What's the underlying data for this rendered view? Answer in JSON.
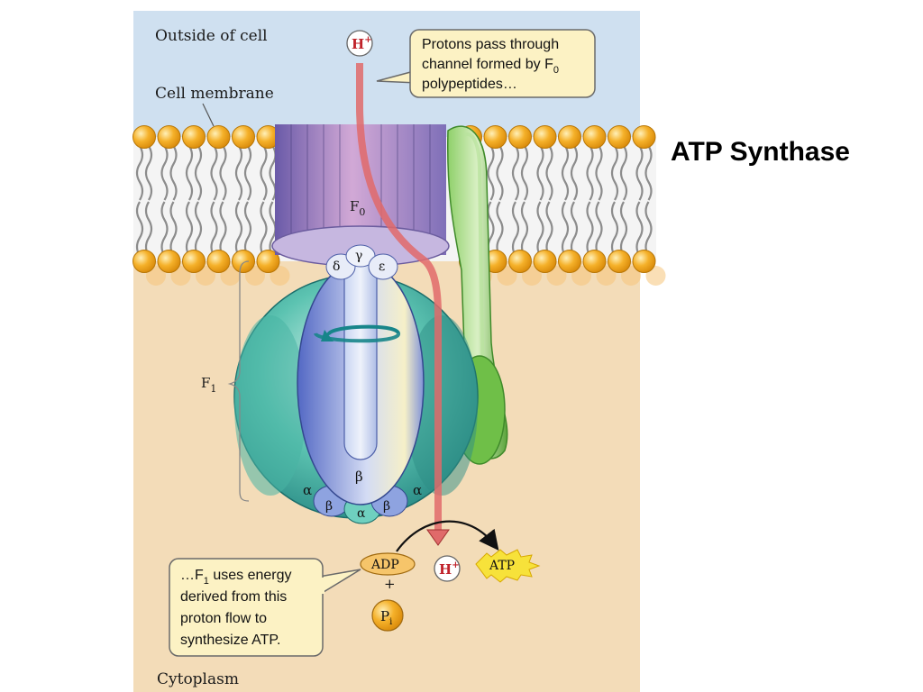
{
  "slide": {
    "title": "ATP Synthase"
  },
  "diagram": {
    "region_top_label": "Outside of cell",
    "membrane_label": "Cell membrane",
    "region_bottom_label": "Cytoplasm",
    "f0_label": "F",
    "f0_sub": "0",
    "f1_label": "F",
    "f1_sub": "1",
    "proton_symbol": "H",
    "proton_sup": "+",
    "subunit_delta": "δ",
    "subunit_gamma": "γ",
    "subunit_epsilon": "ε",
    "subunit_alpha": "α",
    "subunit_beta": "β",
    "adp": "ADP",
    "plus": "+",
    "pi_main": "P",
    "pi_sub": "i",
    "atp": "ATP",
    "callout_top": {
      "line1": "Protons pass through",
      "line2": "channel formed by F",
      "line2_sub": "0",
      "line3": "polypeptides…"
    },
    "callout_bottom": {
      "line1_a": "…F",
      "line1_sub": "1",
      "line1_b": " uses energy",
      "line2": "derived from this",
      "line3": "proton flow to",
      "line4": "synthesize ATP."
    }
  },
  "colors": {
    "outside_bg": "#cfe0f0",
    "cytoplasm_bg": "#f3dcb8",
    "lipid_head": "#f2a51e",
    "proton_arrow": "#e06a6a",
    "callout_fill": "#fcf2c4",
    "atp_star": "#f7e23a",
    "f1_teal": "#3cb7a4",
    "stalk_green": "#7cc34a"
  }
}
